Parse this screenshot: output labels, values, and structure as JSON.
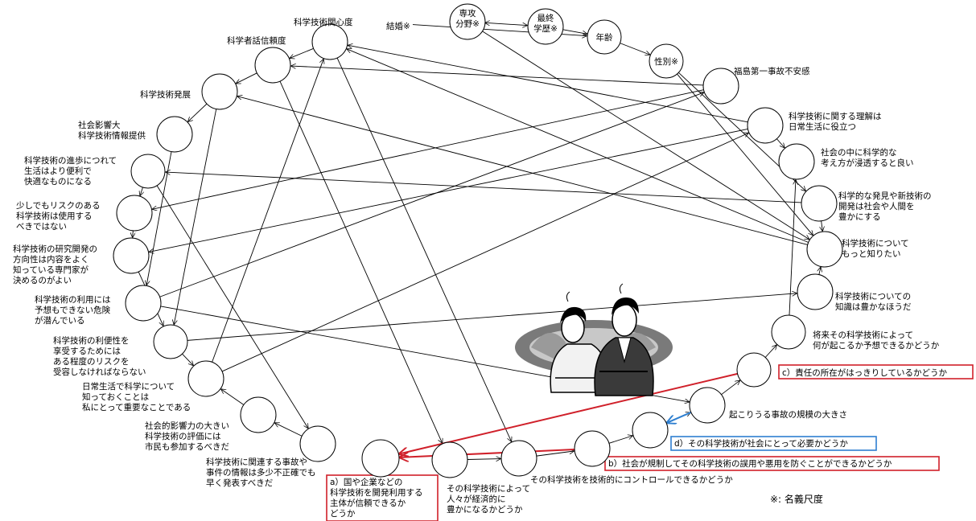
{
  "colors": {
    "red": "#d0202a",
    "blue": "#2e7fd0",
    "black": "#000000"
  },
  "nodes": [
    {
      "id": "kekkon",
      "lines": [
        "結婚※"
      ]
    },
    {
      "id": "senko",
      "lines": [
        "専攻",
        "分野※"
      ]
    },
    {
      "id": "gakureki",
      "lines": [
        "最終",
        "学歴※"
      ]
    },
    {
      "id": "nenrei",
      "lines": [
        "年齢"
      ]
    },
    {
      "id": "seibetsu",
      "lines": [
        "性別※"
      ]
    },
    {
      "id": "fukushima",
      "lines": [
        "福島第一事故不安感"
      ]
    },
    {
      "id": "rikai",
      "lines": [
        "科学技術に関する理解は",
        "日常生活に役立つ"
      ]
    },
    {
      "id": "shakai_shinto",
      "lines": [
        "社会の中に科学的な",
        "考え方が浸透すると良い"
      ]
    },
    {
      "id": "hakken",
      "lines": [
        "科学的な発見や新技術の",
        "開発は社会や人間を",
        "豊かにする"
      ]
    },
    {
      "id": "motto",
      "lines": [
        "科学技術について",
        "もっと知りたい"
      ]
    },
    {
      "id": "chishiki",
      "lines": [
        "科学技術についての",
        "知識は豊かなほうだ"
      ]
    },
    {
      "id": "shorai",
      "lines": [
        "将来その科学技術によって",
        "何が起こるか予想できるかどうか"
      ]
    },
    {
      "id": "c_sekinin",
      "lines": [
        "c）責任の所在がはっきりしているかどうか"
      ]
    },
    {
      "id": "kibo",
      "lines": [
        "起こりうる事故の規模の大きさ"
      ]
    },
    {
      "id": "d_hitsuyo",
      "lines": [
        "d）その科学技術が社会にとって必要かどうか"
      ]
    },
    {
      "id": "b_kisei",
      "lines": [
        "b）社会が規制してその科学技術の誤用や悪用を防ぐことができるかどうか"
      ]
    },
    {
      "id": "control",
      "lines": [
        "その科学技術を技術的にコントロールできるかどうか"
      ]
    },
    {
      "id": "keizai",
      "lines": [
        "その科学技術によって",
        "人々が経済的に",
        "豊かになるかどうか"
      ]
    },
    {
      "id": "a_shutai",
      "lines": [
        "a）国や企業などの",
        "科学技術を開発利用する",
        "主体が信頼できるか",
        "どうか"
      ]
    },
    {
      "id": "jiko_joho",
      "lines": [
        "科学技術に関連する事故や",
        "事件の情報は多少不正確でも",
        "早く発表すべきだ"
      ]
    },
    {
      "id": "shimin",
      "lines": [
        "社会的影響力の大きい",
        "科学技術の評価には",
        "市民も参加するべきだ"
      ]
    },
    {
      "id": "nichijo",
      "lines": [
        "日常生活で科学について",
        "知っておくことは",
        "私にとって重要なことである"
      ]
    },
    {
      "id": "riben",
      "lines": [
        "科学技術の利便性を",
        "享受するためには",
        "ある程度のリスクを",
        "受容しなければならない"
      ]
    },
    {
      "id": "yoso",
      "lines": [
        "科学技術の利用には",
        "予想もできない危険",
        "が潜んでいる"
      ]
    },
    {
      "id": "senmonka",
      "lines": [
        "科学技術の研究開発の",
        "方向性は内容をよく",
        "知っている専門家が",
        "決めるのがよい"
      ]
    },
    {
      "id": "risk",
      "lines": [
        "少しでもリスクのある",
        "科学技術は使用する",
        "べきではない"
      ]
    },
    {
      "id": "shinpo",
      "lines": [
        "科学技術の進歩につれて",
        "生活はより便利で",
        "快適なものになる"
      ]
    },
    {
      "id": "eikyo",
      "lines": [
        "社会影響大",
        "科学技術情報提供"
      ]
    },
    {
      "id": "hatten",
      "lines": [
        "科学技術発展"
      ]
    },
    {
      "id": "shinrai",
      "lines": [
        "科学者話信頼度"
      ]
    },
    {
      "id": "kanshin",
      "lines": [
        "科学技術関心度"
      ]
    }
  ],
  "note": "※: 名義尺度"
}
